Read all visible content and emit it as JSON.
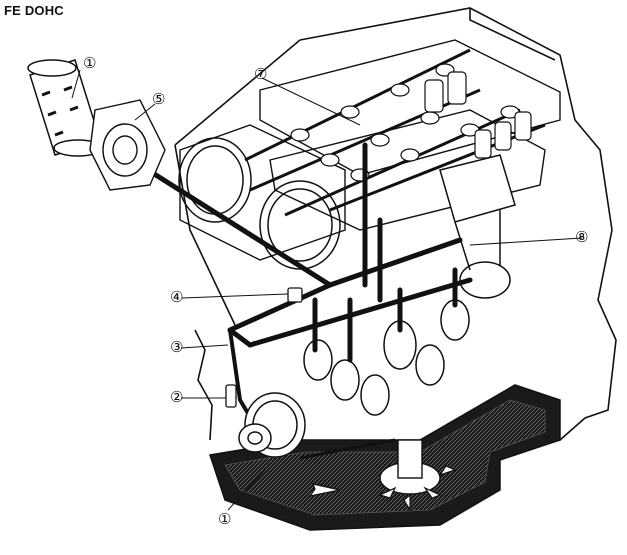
{
  "title": "FE DOHC",
  "colors": {
    "ink": "#111111",
    "paper": "#ffffff",
    "shade": "#cfcfcf",
    "sump": "#1a1a1a"
  },
  "callouts": [
    {
      "id": "c1-top",
      "label": "①"
    },
    {
      "id": "c5",
      "label": "⑤"
    },
    {
      "id": "c7",
      "label": "⑦"
    },
    {
      "id": "c8",
      "label": "⑧"
    },
    {
      "id": "c4",
      "label": "④"
    },
    {
      "id": "c3",
      "label": "③"
    },
    {
      "id": "c2",
      "label": "②"
    },
    {
      "id": "c1-bottom",
      "label": "①"
    }
  ]
}
